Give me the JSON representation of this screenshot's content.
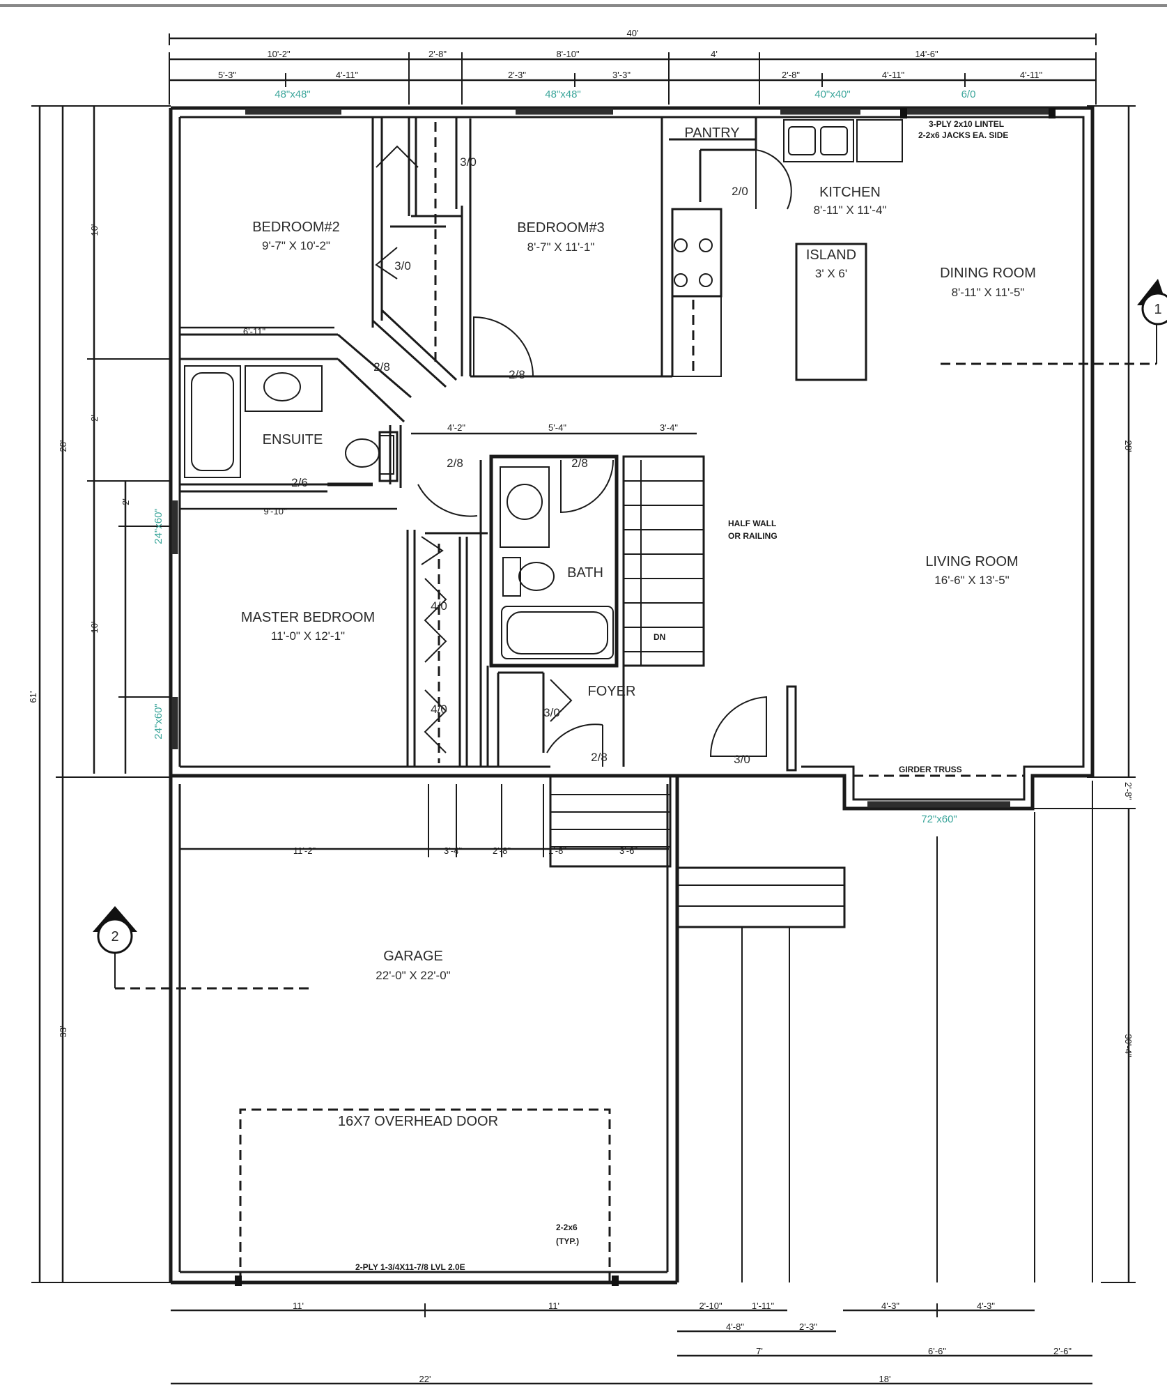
{
  "rooms": {
    "bedroom2": {
      "name": "BEDROOM#2",
      "size": "9'-7\" X 10'-2\""
    },
    "bedroom3": {
      "name": "BEDROOM#3",
      "size": "8'-7\" X 11'-1\""
    },
    "pantry": {
      "name": "PANTRY"
    },
    "kitchen": {
      "name": "KITCHEN",
      "size": "8'-11\" X 11'-4\""
    },
    "island": {
      "name": "ISLAND",
      "size": "3' X 6'"
    },
    "dining": {
      "name": "DINING ROOM",
      "size": "8'-11\" X 11'-5\""
    },
    "ensuite": {
      "name": "ENSUITE"
    },
    "bath": {
      "name": "BATH"
    },
    "master": {
      "name": "MASTER BEDROOM",
      "size": "11'-0\" X 12'-1\""
    },
    "living": {
      "name": "LIVING ROOM",
      "size": "16'-6\" X 13'-5\""
    },
    "foyer": {
      "name": "FOYER"
    },
    "garage": {
      "name": "GARAGE",
      "size": "22'-0\" X 22'-0\""
    }
  },
  "notes": {
    "overhead_door": "16X7 OVERHEAD DOOR",
    "lintel_1": "3-PLY 2x10 LINTEL",
    "lintel_2": "2-2x6 JACKS EA. SIDE",
    "half_wall_1": "HALF WALL",
    "half_wall_2": "OR RAILING",
    "girder_truss": "GIRDER TRUSS",
    "posts_1": "2-2x6",
    "posts_2": "(TYP.)",
    "garage_header": "2-PLY 1-3/4X11-7/8 LVL 2.0E",
    "stair_dn": "DN"
  },
  "doors": {
    "bed3_closet": "3/0",
    "bed2_closet": "3/0",
    "pantry": "2/0",
    "bed3_entry": "2/8",
    "ensuite_entry": "2/8",
    "ensuite_pocket": "2/6",
    "hall_left": "2/8",
    "hall_bath": "2/8",
    "master_closet_a": "4/0",
    "master_closet_b": "4/0",
    "foyer_closet": "3/0",
    "garage_entry": "2/8",
    "front_entry": "3/0"
  },
  "windows": {
    "bed2": "48\"x48\"",
    "bed3": "48\"x48\"",
    "kitchen": "40\"x40\"",
    "patio": "6/0",
    "front": "72\"x60\"",
    "master_a": "24\"x60\"",
    "master_b": "24\"x60\""
  },
  "dimensions": {
    "top_overall": "40'",
    "top_a": "10'-2\"",
    "top_b": "2'-8\"",
    "top_c": "8'-10\"",
    "top_d": "4'",
    "top_e": "14'-6\"",
    "top_f": "5'-3\"",
    "top_g": "4'-11\"",
    "top_h": "2'-3\"",
    "top_i": "3'-3\"",
    "top_j": "2'-8\"",
    "top_k": "4'-11\"",
    "top_l": "4'-11\"",
    "left_overall": "61'",
    "left_house": "28'",
    "left_garage": "33'",
    "left_a": "10'",
    "left_b": "2'",
    "left_c": "10'",
    "left_d": "2'",
    "right_house": "28'",
    "right_garage": "30'-4\"",
    "right_step": "2'-8\"",
    "bed2_width": "6'-11\"",
    "master_width": "9'-10\"",
    "hall_a": "4'-2\"",
    "hall_b": "5'-4\"",
    "hall_c": "3'-4\"",
    "gar_a": "11'-2\"",
    "gar_b": "3'-4\"",
    "gar_c": "2'-8\"",
    "gar_d": "1'-8\"",
    "gar_e": "3'-6\"",
    "bottom_a": "11'",
    "bottom_b": "11'",
    "bottom_overall_left": "22'",
    "bottom_overall_right": "18'",
    "bottom_c": "2'-10\"",
    "bottom_d": "1'-11\"",
    "bottom_e": "4'-3\"",
    "bottom_f": "4'-3\"",
    "bottom_g": "4'-8\"",
    "bottom_h": "2'-3\"",
    "bottom_i": "7'",
    "bottom_j": "6'-6\"",
    "bottom_k": "2'-6\""
  },
  "section_marks": {
    "left": "2",
    "right": "1"
  }
}
